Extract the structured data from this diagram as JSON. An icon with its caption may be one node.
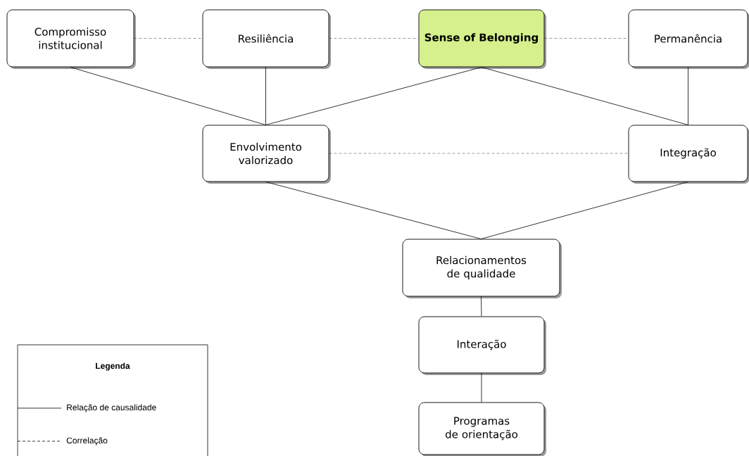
{
  "diagram": {
    "nodes": [
      {
        "text": [
          "Compromisso institucional"
        ]
      },
      {
        "text": [
          "Resiliência"
        ]
      },
      {
        "text": [
          "Sense of Belonging"
        ]
      },
      {
        "text": [
          "Permanência"
        ]
      },
      {
        "text": [
          "Envolvimento valorizado"
        ]
      },
      {
        "text": [
          "Integração"
        ]
      },
      {
        "text": [
          "Relacionamentos de qualidade"
        ]
      },
      {
        "text": [
          "Interação"
        ]
      },
      {
        "text": [
          "Programas de orientação"
        ]
      }
    ],
    "edges": [
      {
        "from": 0,
        "to": 1,
        "arrow": "none",
        "style": "dashed"
      },
      {
        "from": 1,
        "to": 2,
        "arrow": "none",
        "style": "dashed"
      },
      {
        "from": 2,
        "to": 3,
        "arrow": "none",
        "style": "dashed"
      },
      {
        "from": 0,
        "to": 4,
        "arrow": "none"
      },
      {
        "from": 1,
        "to": 4,
        "arrow": "none"
      },
      {
        "from": 2,
        "to": 4,
        "arrow": "none"
      },
      {
        "from": 2,
        "to": 5,
        "arrow": "none"
      },
      {
        "from": 3,
        "to": 5,
        "arrow": "none"
      },
      {
        "from": 4,
        "to": 5,
        "arrow": "none",
        "style": "dashed"
      },
      {
        "from": 4,
        "to": 6,
        "arrow": "none"
      },
      {
        "from": 5,
        "to": 6,
        "arrow": "none"
      },
      {
        "from": 6,
        "to": 7,
        "arrow": "none"
      },
      {
        "from": 7,
        "to": 8,
        "arrow": "none"
      }
    ],
    "labels": [
      "Legenda"
    ],
    "legend": [
      {
        "text": "Relação de causalidade"
      },
      {
        "text": "Correlação"
      }
    ]
  }
}
